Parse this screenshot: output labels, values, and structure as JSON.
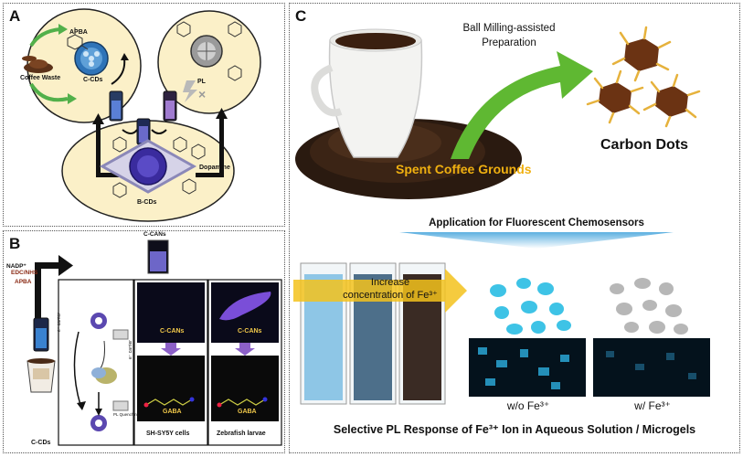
{
  "panel_a": {
    "label": "A",
    "apba": "APBA",
    "coffee_waste": "Coffee Waste",
    "c_cds": "C-CDs",
    "pl": "PL",
    "dopamine": "Dopamine",
    "b_cds": "B-CDs"
  },
  "panel_b": {
    "label": "B",
    "nadp": "NADP⁺",
    "edc_nhs": "EDC/NHS",
    "apba": "APBA",
    "c_cds": "C-CDs",
    "c_cans_top": "C-CANs",
    "c_cans_mid": "C-CANs",
    "c_cans_right": "C-CANs",
    "gaba_mid": "GABA",
    "gaba_right": "GABA",
    "sh_sy5y": "SH-SY5Y cells",
    "zebrafish": "Zebrafish larvae",
    "e_carrier_left": "e⁻ carrier",
    "e_carrier_right": "e⁻ carrier",
    "quenching": "PL Quenching"
  },
  "panel_c": {
    "label": "C",
    "ball_milling": "Ball Milling-assisted\nPreparation",
    "spent_coffee": "Spent Coffee Grounds",
    "carbon_dots": "Carbon Dots",
    "application": "Application for Fluorescent Chemosensors",
    "increase_conc": "Increase\nconcentration of Fe³⁺",
    "wo_fe": "w/o Fe³⁺",
    "w_fe": "w/ Fe³⁺",
    "selective": "Selective PL Response of Fe³⁺ Ion in Aqueous Solution / Microgels"
  },
  "colors": {
    "circle_fill": "#fbf0c8",
    "arrow_green": "#5fb832",
    "arrow_yellow": "#f3c21c",
    "coffee_text": "#f0b010",
    "dot_brown": "#6b3313",
    "dot_ligand": "#e6b23c",
    "cyan_gel": "#3ec3e6",
    "gray_gel": "#b7b7b7",
    "cuvette_blue": "#8ec6e6"
  }
}
